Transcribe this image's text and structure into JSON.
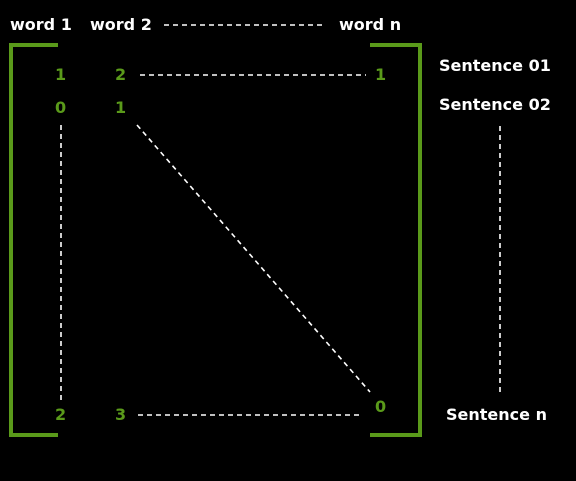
{
  "colors": {
    "background": "#000000",
    "text": "#ffffff",
    "accent": "#5a9a1a",
    "dash": "#ffffff"
  },
  "headers": {
    "word1": "word 1",
    "word2": "word 2",
    "wordn": "word n"
  },
  "sentences": {
    "s01": "Sentence 01",
    "s02": "Sentence 02",
    "sn": "Sentence n"
  },
  "matrix": {
    "r1c1": "1",
    "r1c2": "2",
    "r1cn": "1",
    "r2c1": "0",
    "r2c2": "1",
    "rnc1": "2",
    "rnc2": "3",
    "rncn": "0"
  }
}
